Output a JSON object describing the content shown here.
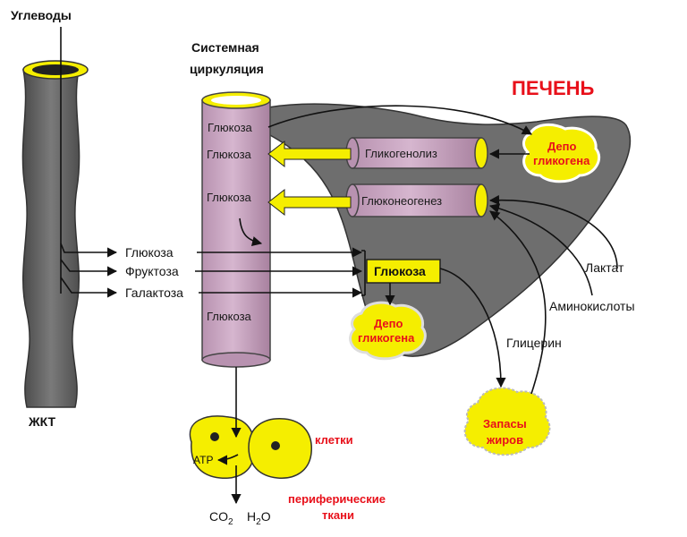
{
  "labels": {
    "carbohydrates": "Углеводы",
    "gi_tract": "ЖКТ",
    "systemic_line1": "Системная",
    "systemic_line2": "циркуляция",
    "liver": "ПЕЧЕНЬ",
    "glucose_tube_1": "Глюкоза",
    "glucose_tube_2": "Глюкоза",
    "glucose_tube_3": "Глюкоза",
    "glucose_tube_4": "Глюкоза",
    "glycogenolysis": "Гликогенолиз",
    "gluconeogenesis": "Глюконеогенез",
    "depot_top_1": "Депо",
    "depot_top_2": "гликогена",
    "depot_bottom_1": "Депо",
    "depot_bottom_2": "гликогена",
    "glucose_in": "Глюкоза",
    "fructose_in": "Фруктоза",
    "galactose_in": "Галактоза",
    "liver_glucose": "Глюкоза",
    "lactate": "Лактат",
    "amino_acids": "Аминокислоты",
    "glycerol": "Глицерин",
    "fat_1": "Запасы",
    "fat_2": "жиров",
    "atp": "ATP",
    "cells": "клетки",
    "co2": "CO",
    "co2_sub": "2",
    "h2o": "H",
    "h2o_sub": "2",
    "h2o_end": "O",
    "peripheral_1": "периферические",
    "peripheral_2": "ткани"
  },
  "colors": {
    "gut": "#5c5c5c",
    "tube": "#c9a3c1",
    "liver": "#6e6e6e",
    "yellow": "#f5ee00",
    "red": "#e8101a"
  }
}
